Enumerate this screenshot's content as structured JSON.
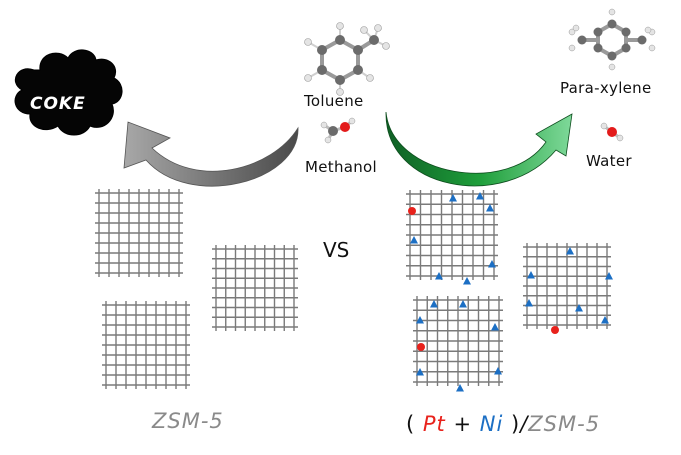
{
  "labels": {
    "coke": "COKE",
    "toluene": "Toluene",
    "methanol": "Methanol",
    "para_xylene": "Para-xylene",
    "water": "Water",
    "vs": "VS",
    "zsm5_left": "ZSM-5",
    "catalyst": {
      "open_paren": "(",
      "pt": "Pt",
      "plus": "+",
      "ni": "Ni",
      "close_paren": ")",
      "slash": "/",
      "zsm5": "ZSM-5"
    }
  },
  "colors": {
    "pt_red": "#e8221c",
    "ni_blue": "#1c6fc4",
    "arrow_gray": "#707070",
    "arrow_green": "#1e9e3a",
    "coke_black": "#050505",
    "grid_gray": "#7a7a7a"
  },
  "icons": {
    "toluene_molecule": "ball-and-stick-toluene",
    "para_xylene_molecule": "ball-and-stick-para-xylene",
    "methanol_molecule": "ball-and-stick-methanol",
    "water_molecule": "ball-and-stick-water",
    "pt_marker": "red-dot",
    "ni_marker": "blue-triangle"
  }
}
